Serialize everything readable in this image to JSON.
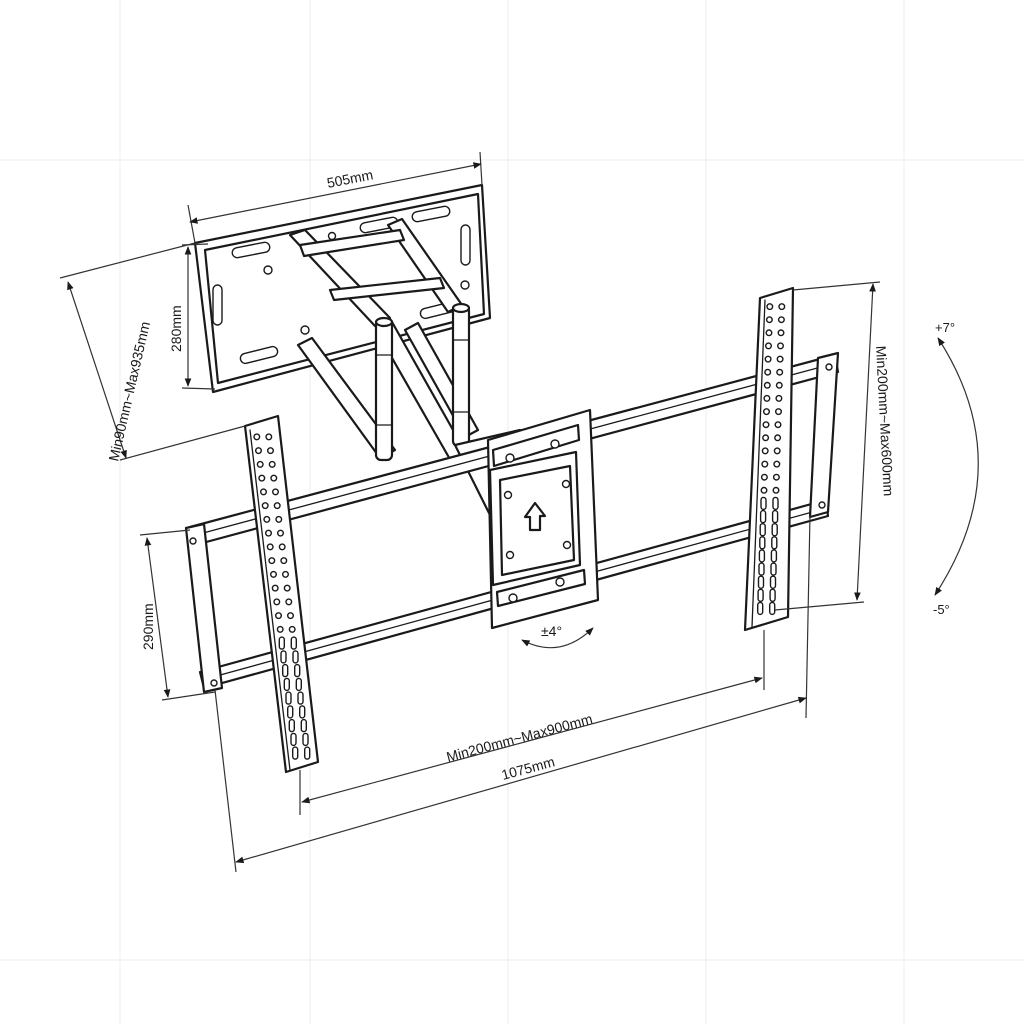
{
  "dimensions": {
    "wall_plate_width": "505mm",
    "wall_plate_height": "280mm",
    "arm_extension": "Min90mm~Max935mm",
    "vertical_spacing": "Min200mm~Max600mm",
    "horizontal_spacing": "Min200mm~Max900mm",
    "total_width": "1075mm",
    "bracket_height": "290mm",
    "swivel": "±4°"
  },
  "tilt": {
    "up": "+7°",
    "down": "-5°"
  }
}
